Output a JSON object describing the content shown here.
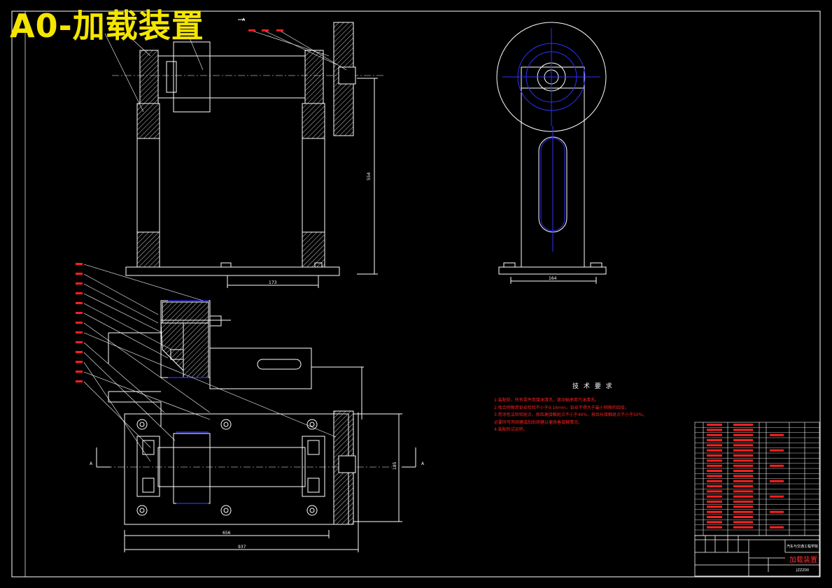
{
  "title": "A0-加载装置",
  "section_labels": {
    "top": "A",
    "left": "A",
    "right": "A"
  },
  "dimensions": {
    "front_width": "173",
    "front_height": "554",
    "side_width": "164",
    "plan_inner": "656",
    "plan_outer": "937",
    "plan_height": "185"
  },
  "tech_requirements": {
    "title": "技 术 要 求",
    "notes": [
      "1.装配前，所有零件用煤油清洗，滚动轴承用汽油清洗。",
      "2.啮合侧隙用铅丝检验不小于0.16mm，铅丝不得大于最小侧隙的四倍。",
      "3.用涂色法检验斑点，按齿高接触斑点不小于40%，按齿长接触斑点不小于50%。",
      "  必要时可用研磨或刮后研磨以便改善接触情况。",
      "4.装配后试运转。"
    ]
  },
  "title_block": {
    "drawing_name": "加载装置",
    "school": "汽车与交通工程学院",
    "drawing_no": "JZZZ00"
  },
  "colors": {
    "background": "#000000",
    "line": "#ffffff",
    "title": "#f5e600",
    "annotation": "#ff2020",
    "center": "#3030ff"
  }
}
